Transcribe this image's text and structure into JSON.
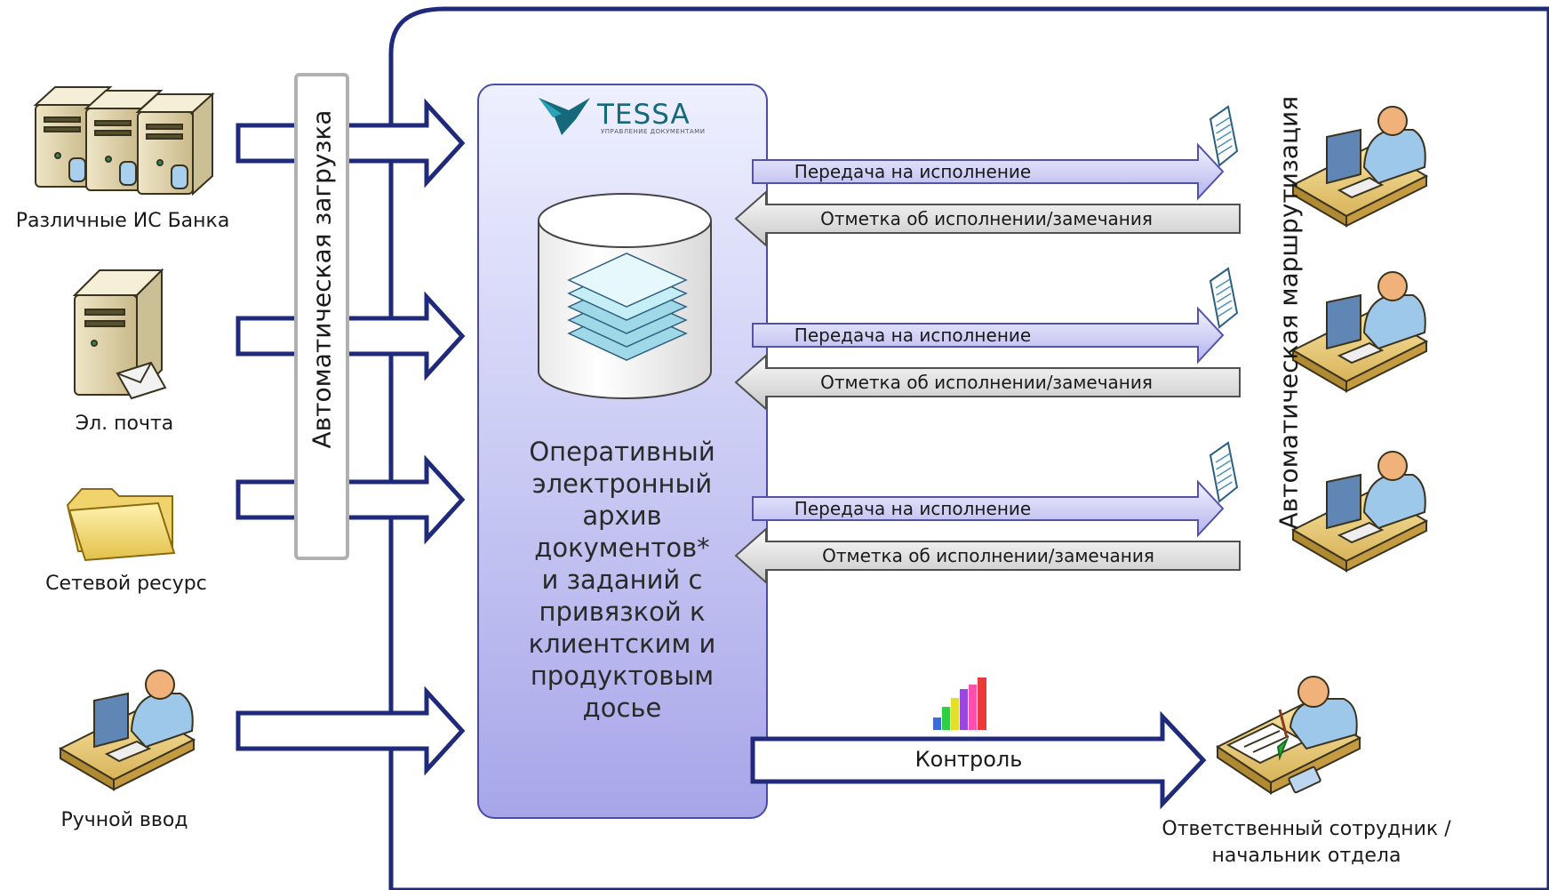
{
  "sources": [
    {
      "label": "Различные ИС Банка",
      "icon": "servers-icon"
    },
    {
      "label": "Эл. почта",
      "icon": "mail-server-icon"
    },
    {
      "label": "Сетевой ресурс",
      "icon": "folder-icon"
    },
    {
      "label": "Ручной ввод",
      "icon": "workstation-user-icon"
    }
  ],
  "auto_load_label": "Автоматическая загрузка",
  "auto_routing_label": "Автоматическая маршрутизация",
  "tessa": {
    "brand": "TESSA",
    "subtitle": "УПРАВЛЕНИЕ ДОКУМЕНТАМИ"
  },
  "archive_text": "Оперативный\nэлектронный\nархив\nдокументов*\nи заданий с\nпривязкой к\nклиентским и\nпродуктовым\nдосье",
  "routes": [
    {
      "send": "Передача на исполнение",
      "back": "Отметка об исполнении/замечания"
    },
    {
      "send": "Передача на исполнение",
      "back": "Отметка об исполнении/замечания"
    },
    {
      "send": "Передача на исполнение",
      "back": "Отметка об исполнении/замечания"
    }
  ],
  "control_label": "Контроль",
  "responsible": {
    "line1": "Ответственный сотрудник /",
    "line2": "начальник отдела"
  },
  "colors": {
    "border_navy": "#1f2a7a",
    "panel_top": "#eceefd",
    "panel_bottom": "#a9a9ea",
    "send_arrow_fill": "#c9c9f2",
    "back_arrow_fill": "#d7d7d7",
    "tessa_teal": "#15697a"
  }
}
